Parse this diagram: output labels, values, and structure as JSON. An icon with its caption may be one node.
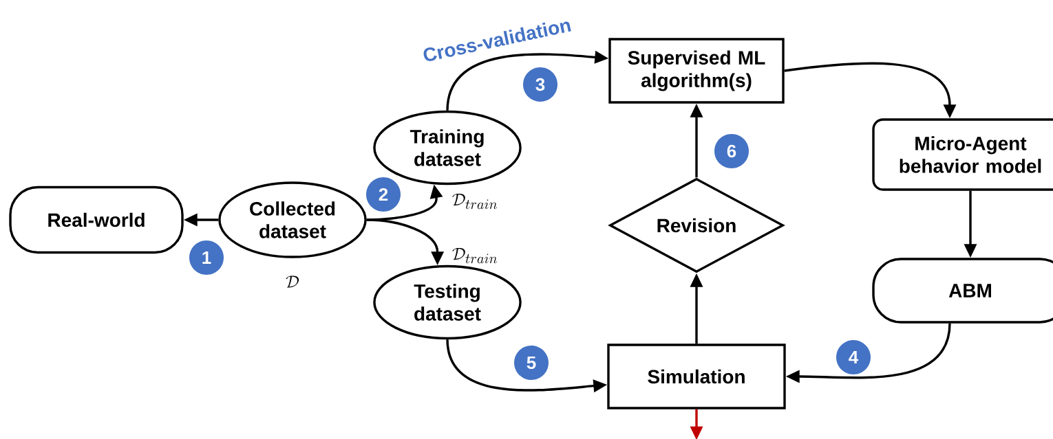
{
  "diagram": {
    "nodes": [
      {
        "text": [
          "Real-world"
        ]
      },
      {
        "text": [
          "Collected dataset"
        ],
        "beside": [
          "\\mathcal{D}"
        ]
      },
      {
        "text": [
          "Training dataset"
        ]
      },
      {
        "text": [
          "Testing dataset"
        ]
      },
      {
        "text": [
          "Supervised ML algorithm(s)"
        ]
      },
      {
        "text": [
          "Micro-Agent behavior model"
        ]
      },
      {
        "text": [
          "ABM"
        ]
      },
      {
        "text": [
          "Revision"
        ]
      },
      {
        "text": [
          "Simulation"
        ]
      }
    ],
    "edges": [
      {
        "from": 1,
        "to": 0,
        "arrow": "to"
      },
      {
        "from": 1,
        "to": 2,
        "arrow": "to",
        "label": "\\mathcal{D}_{train}"
      },
      {
        "from": 1,
        "to": 3,
        "arrow": "to",
        "label": "\\mathcal{D}_{train}"
      },
      {
        "from": 2,
        "to": 4,
        "arrow": "to",
        "label": "Cross-validation"
      },
      {
        "from": 4,
        "to": 5,
        "arrow": "to"
      },
      {
        "from": 5,
        "to": 6,
        "arrow": "to"
      },
      {
        "from": 6,
        "to": 8,
        "arrow": "to"
      },
      {
        "from": 3,
        "to": 8,
        "arrow": "to"
      },
      {
        "from": 8,
        "to": 7,
        "arrow": "to"
      },
      {
        "from": 7,
        "to": 4,
        "arrow": "to"
      },
      {
        "from": 8,
        "to": null,
        "arrow": "to",
        "color": "#c00000"
      }
    ],
    "labels": [
      "1",
      "2",
      "3",
      "4",
      "5",
      "6"
    ]
  }
}
